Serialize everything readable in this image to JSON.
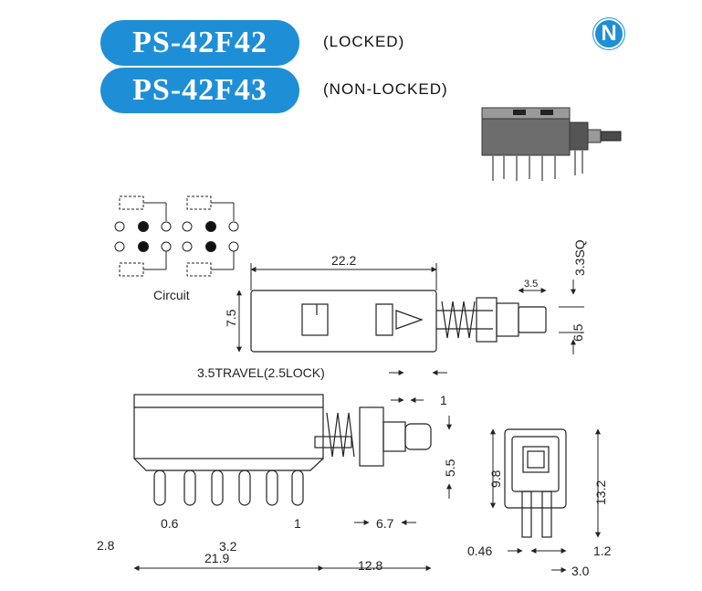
{
  "header": {
    "model_locked": "PS-42F42",
    "label_locked": "(LOCKED)",
    "model_nonlocked": "PS-42F43",
    "label_nonlocked": "(NON-LOCKED)",
    "logo_letter": "N"
  },
  "circuit": {
    "label": "Circuit"
  },
  "dimensions": {
    "length": "22.2",
    "height": "7.5",
    "plunger_sq": "3.3SQ",
    "plunger_len": "3.5",
    "plunger_offset": "6.5",
    "travel": "3.5TRAVEL(2.5LOCK)",
    "shaft_gap": "1",
    "flange_h": "5.5",
    "pin_width": "0.6",
    "pin_tip": "1",
    "plunger_ext": "6.7",
    "pin_start": "2.8",
    "pin_pitch": "3.2",
    "body_len": "21.9",
    "front_len": "12.8",
    "end_w": "9.8",
    "end_h": "13.2",
    "pin_d": "0.46",
    "end_pin_w": "1.2",
    "end_pitch": "3.0"
  },
  "colors": {
    "accent": "#1e8fd6"
  }
}
